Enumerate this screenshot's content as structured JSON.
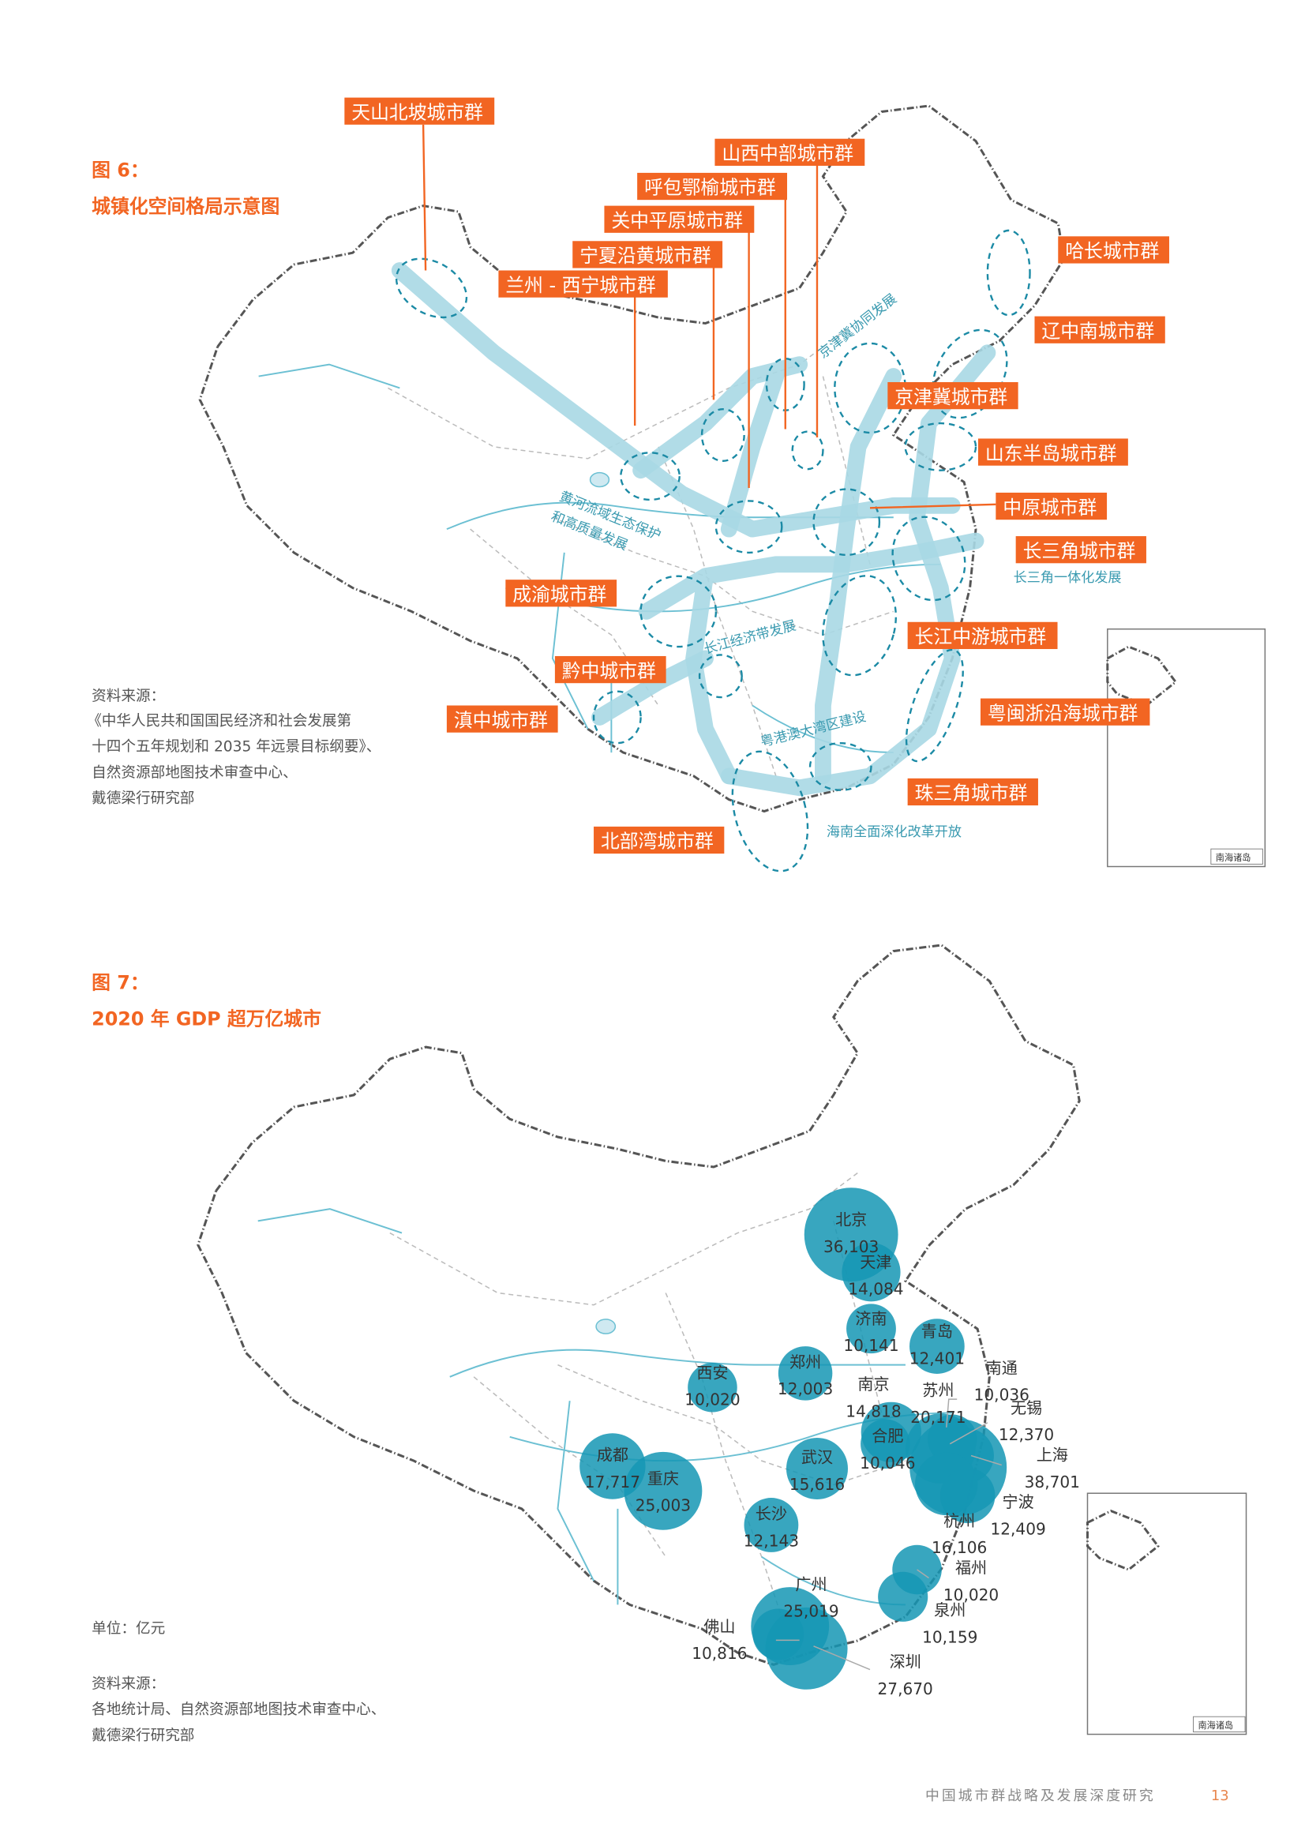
{
  "figure6": {
    "label": "图 6：",
    "title": "城镇化空间格局示意图",
    "source_lines": [
      "资料来源：",
      "《中华人民共和国国民经济和社会发展第",
      "十四个五年规划和 2035 年远景目标纲要》、",
      "自然资源部地图技术审查中心、",
      "戴德梁行研究部"
    ],
    "city_clusters": [
      "天山北坡城市群",
      "山西中部城市群",
      "呼包鄂榆城市群",
      "关中平原城市群",
      "宁夏沿黄城市群",
      "兰州 - 西宁城市群",
      "哈长城市群",
      "辽中南城市群",
      "京津冀城市群",
      "山东半岛城市群",
      "中原城市群",
      "长三角城市群",
      "成渝城市群",
      "长江中游城市群",
      "黔中城市群",
      "滇中城市群",
      "粤闽浙沿海城市群",
      "珠三角城市群",
      "北部湾城市群"
    ],
    "strategies": [
      "京津冀协同发展",
      "黄河流域生态保护",
      "和高质量发展",
      "长江经济带发展",
      "长三角一体化发展",
      "粤港澳大湾区建设",
      "海南全面深化改革开放"
    ],
    "inset_label": "南海诸岛",
    "colors": {
      "label": "#f26522",
      "band": "#a9d8e4",
      "zone": "#1b8aa5"
    }
  },
  "figure7": {
    "label": "图 7：",
    "title": "2020 年 GDP 超万亿城市",
    "unit": "单位：亿元",
    "source_lines": [
      "资料来源：",
      "各地统计局、自然资源部地图技术审查中心、",
      "戴德梁行研究部"
    ],
    "inset_label": "南海诸岛",
    "bubble_color": "#1597b4",
    "cities": [
      {
        "name": "北京",
        "gdp": "36,103"
      },
      {
        "name": "天津",
        "gdp": "14,084"
      },
      {
        "name": "济南",
        "gdp": "10,141"
      },
      {
        "name": "青岛",
        "gdp": "12,401"
      },
      {
        "name": "西安",
        "gdp": "10,020"
      },
      {
        "name": "郑州",
        "gdp": "12,003"
      },
      {
        "name": "成都",
        "gdp": "17,717"
      },
      {
        "name": "重庆",
        "gdp": "25,003"
      },
      {
        "name": "武汉",
        "gdp": "15,616"
      },
      {
        "name": "长沙",
        "gdp": "12,143"
      },
      {
        "name": "南京",
        "gdp": "14,818"
      },
      {
        "name": "合肥",
        "gdp": "10,046"
      },
      {
        "name": "苏州",
        "gdp": "20,171"
      },
      {
        "name": "南通",
        "gdp": "10,036"
      },
      {
        "name": "无锡",
        "gdp": "12,370"
      },
      {
        "name": "上海",
        "gdp": "38,701"
      },
      {
        "name": "宁波",
        "gdp": "12,409"
      },
      {
        "name": "杭州",
        "gdp": "16,106"
      },
      {
        "name": "福州",
        "gdp": "10,020"
      },
      {
        "name": "泉州",
        "gdp": "10,159"
      },
      {
        "name": "广州",
        "gdp": "25,019"
      },
      {
        "name": "佛山",
        "gdp": "10,816"
      },
      {
        "name": "深圳",
        "gdp": "27,670"
      }
    ]
  },
  "footer": {
    "title": "中国城市群战略及发展深度研究",
    "page": "13"
  }
}
